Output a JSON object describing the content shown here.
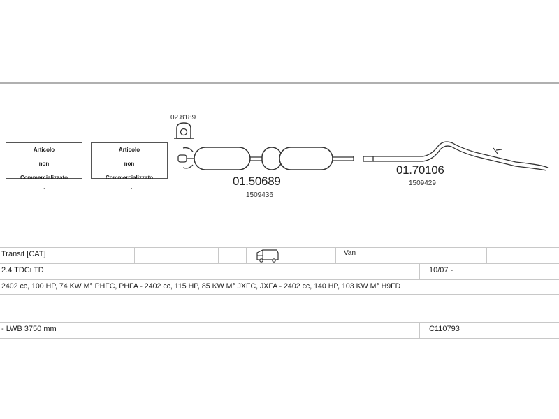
{
  "diagram": {
    "not_sold_1": {
      "line1": "Articolo",
      "line2": "non",
      "line3": "Commercializzato"
    },
    "not_sold_2": {
      "line1": "Articolo",
      "line2": "non",
      "line3": "Commercializzato"
    },
    "dot1": ".",
    "dot2": ".",
    "dot3": ".",
    "dot4": ".",
    "clamp_code": "02.8189",
    "middle_part": {
      "code": "01.50689",
      "ref": "1509436"
    },
    "rear_part": {
      "code": "01.70106",
      "ref": "1509429"
    }
  },
  "vehicle": {
    "model": "Transit  [CAT]",
    "body_type": "Van",
    "engine": "2.4 TDCi TD",
    "date_range": "10/07 -",
    "engine_details": "2402 cc, 100 HP, 74 KW M° PHFC, PHFA - 2402 cc, 115 HP, 85 KW M° JXFC, JXFA - 2402 cc, 140 HP, 103 KW M° H9FD",
    "wheelbase": "- LWB 3750 mm",
    "catalog_code": "C110793"
  },
  "icons": {
    "van": "van-icon",
    "clamp": "clamp-icon"
  }
}
